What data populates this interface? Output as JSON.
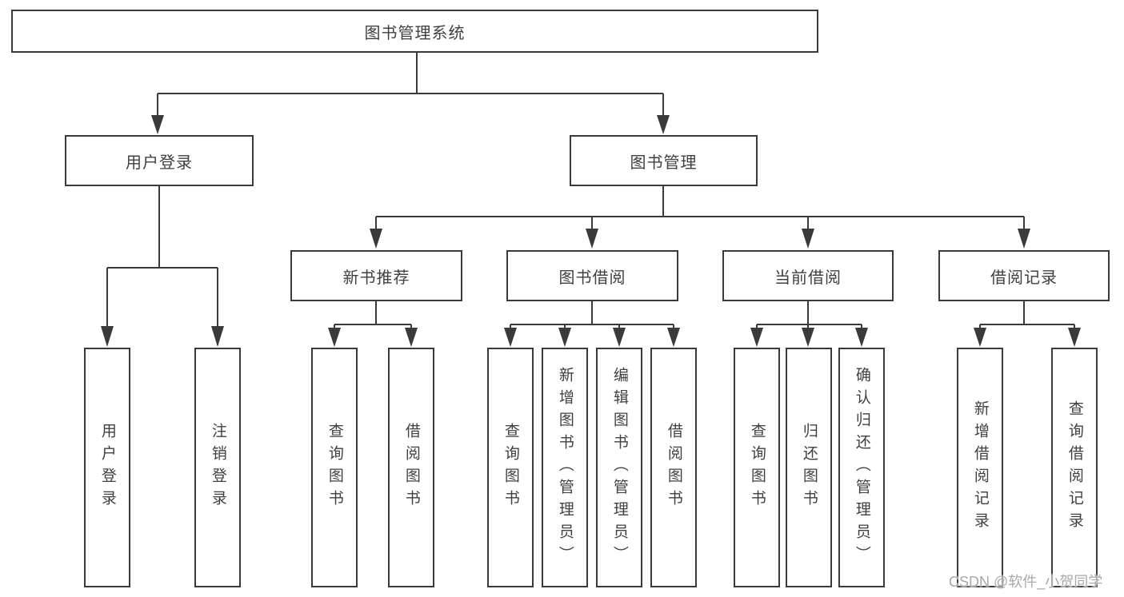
{
  "diagram_type": "function-structure-hierarchy",
  "colors": {
    "line": "#3a3a3a",
    "text": "#404040",
    "background": "#ffffff",
    "watermark": "#a8a8a8"
  },
  "tree": {
    "label": "图书管理系统",
    "children": [
      {
        "label": "用户登录",
        "children": [
          {
            "label": "用户登录"
          },
          {
            "label": "注销登录"
          }
        ]
      },
      {
        "label": "图书管理",
        "children": [
          {
            "label": "新书推荐",
            "children": [
              {
                "label": "查询图书"
              },
              {
                "label": "借阅图书"
              }
            ]
          },
          {
            "label": "图书借阅",
            "children": [
              {
                "label": "查询图书"
              },
              {
                "label": "新增图书（管理员）"
              },
              {
                "label": "编辑图书（管理员）"
              },
              {
                "label": "借阅图书"
              }
            ]
          },
          {
            "label": "当前借阅",
            "children": [
              {
                "label": "查询图书"
              },
              {
                "label": "归还图书"
              },
              {
                "label": "确认归还（管理员）"
              }
            ]
          },
          {
            "label": "借阅记录",
            "children": [
              {
                "label": "新增借阅记录"
              },
              {
                "label": "查询借阅记录"
              }
            ]
          }
        ]
      }
    ]
  },
  "watermark": {
    "text": "CSDN @软件_小贺同学"
  }
}
